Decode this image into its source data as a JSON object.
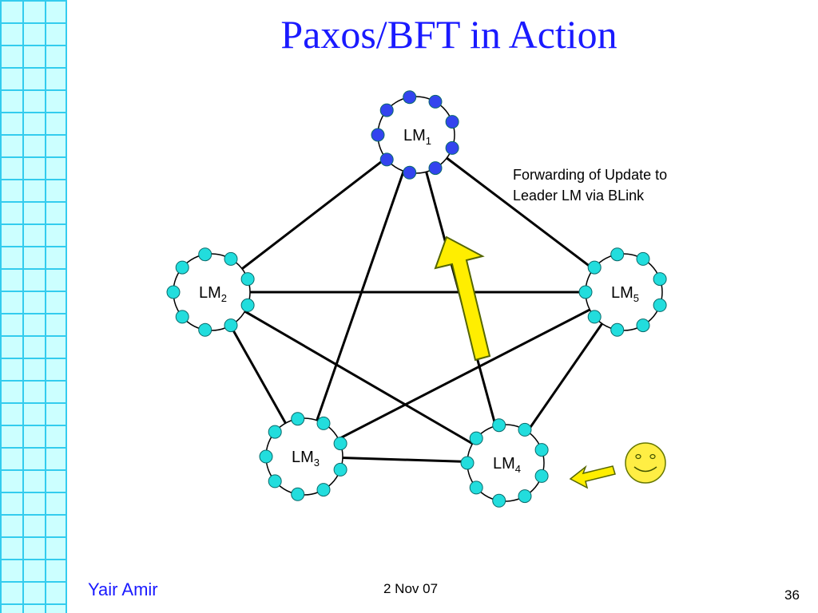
{
  "slide": {
    "title": "Paxos/BFT in Action",
    "annotation": "Forwarding of Update to\nLeader LM via BLink",
    "footer_author": "Yair Amir",
    "footer_date": "2 Nov 07",
    "page_number": "36"
  },
  "nodes": [
    {
      "id": "LM1",
      "name": "LM",
      "sub": "1",
      "dot_color": "#3344ee"
    },
    {
      "id": "LM2",
      "name": "LM",
      "sub": "2",
      "dot_color": "#22dddd"
    },
    {
      "id": "LM3",
      "name": "LM",
      "sub": "3",
      "dot_color": "#22dddd"
    },
    {
      "id": "LM4",
      "name": "LM",
      "sub": "4",
      "dot_color": "#22dddd"
    },
    {
      "id": "LM5",
      "name": "LM",
      "sub": "5",
      "dot_color": "#22dddd"
    }
  ],
  "edges": [
    [
      "LM1",
      "LM2"
    ],
    [
      "LM1",
      "LM3"
    ],
    [
      "LM1",
      "LM4"
    ],
    [
      "LM1",
      "LM5"
    ],
    [
      "LM2",
      "LM3"
    ],
    [
      "LM2",
      "LM4"
    ],
    [
      "LM2",
      "LM5"
    ],
    [
      "LM3",
      "LM4"
    ],
    [
      "LM3",
      "LM5"
    ],
    [
      "LM4",
      "LM5"
    ]
  ],
  "colors": {
    "title": "#1a1aff",
    "arrow_fill": "#ffee00",
    "arrow_stroke": "#556600",
    "smiley": "#ffee44",
    "edge": "#000000"
  },
  "icons": [
    "smiley-face-icon",
    "yellow-up-arrow-icon",
    "small-left-arrow-icon"
  ]
}
